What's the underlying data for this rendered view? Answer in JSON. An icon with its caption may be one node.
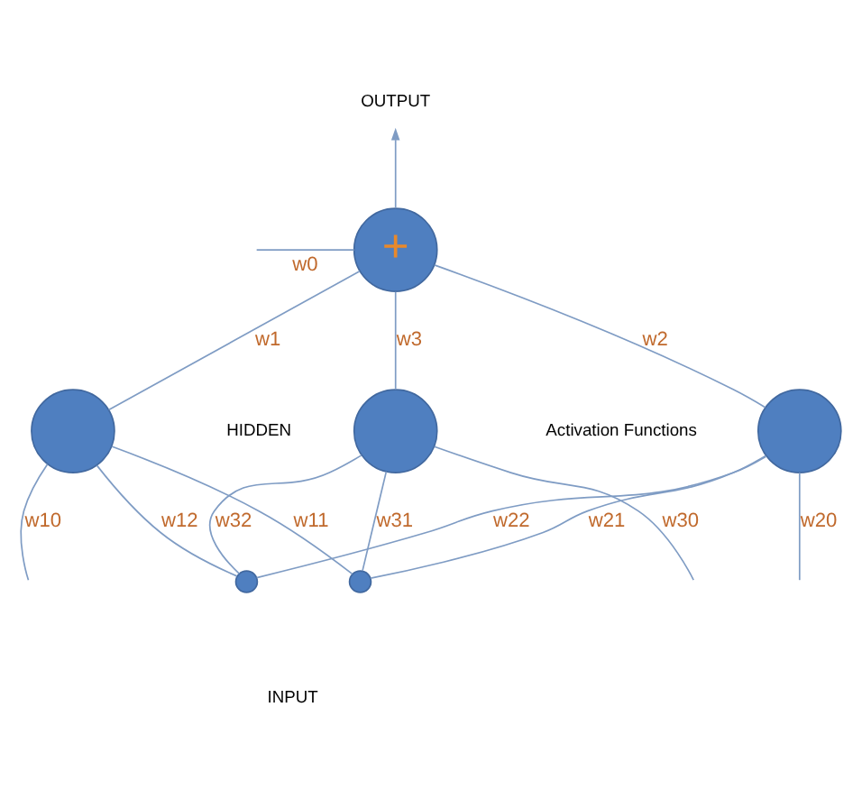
{
  "diagram": {
    "nodes": [
      {
        "text": [
          "OUTPUT"
        ]
      },
      {
        "text": [
          "+"
        ]
      },
      {
        "text": [],
        "shape": "circle"
      },
      {
        "text": [],
        "shape": "circle"
      },
      {
        "text": [],
        "shape": "circle"
      },
      {
        "text": [],
        "shape": "circle"
      },
      {
        "text": [],
        "shape": "circle"
      }
    ],
    "edges": [
      {
        "from": 1,
        "to": 0,
        "arrow": "to"
      },
      {
        "from": null,
        "to": 1,
        "arrow": "none",
        "label": "w0"
      },
      {
        "from": 2,
        "to": 1,
        "arrow": "none",
        "label": "w1"
      },
      {
        "from": 3,
        "to": 1,
        "arrow": "none",
        "label": "w2"
      },
      {
        "from": 4,
        "to": 1,
        "arrow": "none",
        "label": "w3"
      },
      {
        "from": null,
        "to": 2,
        "arrow": "none",
        "label": "w10"
      },
      {
        "from": null,
        "to": 3,
        "arrow": "none",
        "label": "w20"
      },
      {
        "from": null,
        "to": 4,
        "arrow": "none",
        "label": "w30"
      },
      {
        "from": 5,
        "to": 2,
        "arrow": "none",
        "label": "w11"
      },
      {
        "from": 6,
        "to": 2,
        "arrow": "none",
        "label": "w12"
      },
      {
        "from": 5,
        "to": 3,
        "arrow": "none",
        "label": "w21"
      },
      {
        "from": 6,
        "to": 3,
        "arrow": "none",
        "label": "w22"
      },
      {
        "from": 5,
        "to": 4,
        "arrow": "none",
        "label": "w31"
      },
      {
        "from": 6,
        "to": 4,
        "arrow": "none",
        "label": "w32"
      }
    ],
    "labels": [
      "HIDDEN",
      "Activation Functions",
      "INPUT"
    ]
  }
}
